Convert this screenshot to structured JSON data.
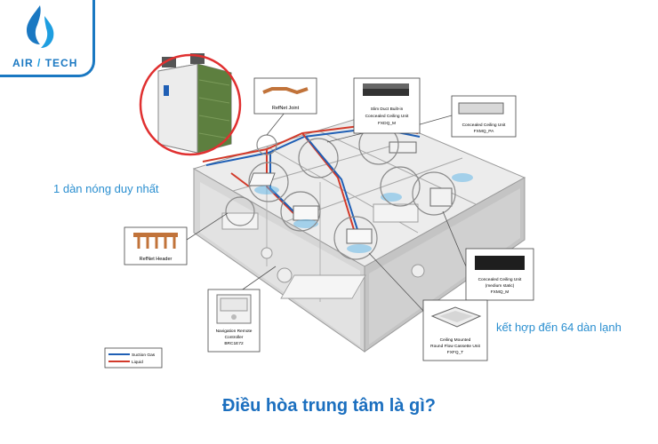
{
  "logo": {
    "word_left": "AIR",
    "word_right": "TECH",
    "brand_color": "#1a78c2"
  },
  "labels": {
    "refnet_joint": "RefNet Joint",
    "slim_duct_1": "Slim Duct Built-in",
    "slim_duct_2": "Concealed Ceiling Unit",
    "slim_duct_3": "FXDQ_M",
    "concealed_pa_1": "Concealed Ceiling Unit",
    "concealed_pa_2": "FXMQ_PA",
    "refnet_header": "RefNet Header",
    "concealed_m_1": "Concealed Ceiling Unit",
    "concealed_m_2": "(medium static)",
    "concealed_m_3": "FXMQ_M",
    "remote_1": "Navigation Remote",
    "remote_2": "Controller",
    "remote_3": "BRC1E72",
    "cassette_1": "Ceiling Mounted",
    "cassette_2": "Round Flow Cassette Unit",
    "cassette_3": "FXFQ_T",
    "legend_suction": "Suction Gas",
    "legend_liquid": "Liquid"
  },
  "callouts": {
    "outdoor": "1 dàn nóng duy nhất",
    "indoor": "kết hợp đến 64 dàn lạnh"
  },
  "caption": "Điều hòa trung tâm là gì?",
  "colors": {
    "callout": "#2b8fd0",
    "caption": "#1b6fbf",
    "suction_line": "#1f5fb5",
    "liquid_line": "#d23a2a",
    "highlight_circle": "#e03030"
  }
}
